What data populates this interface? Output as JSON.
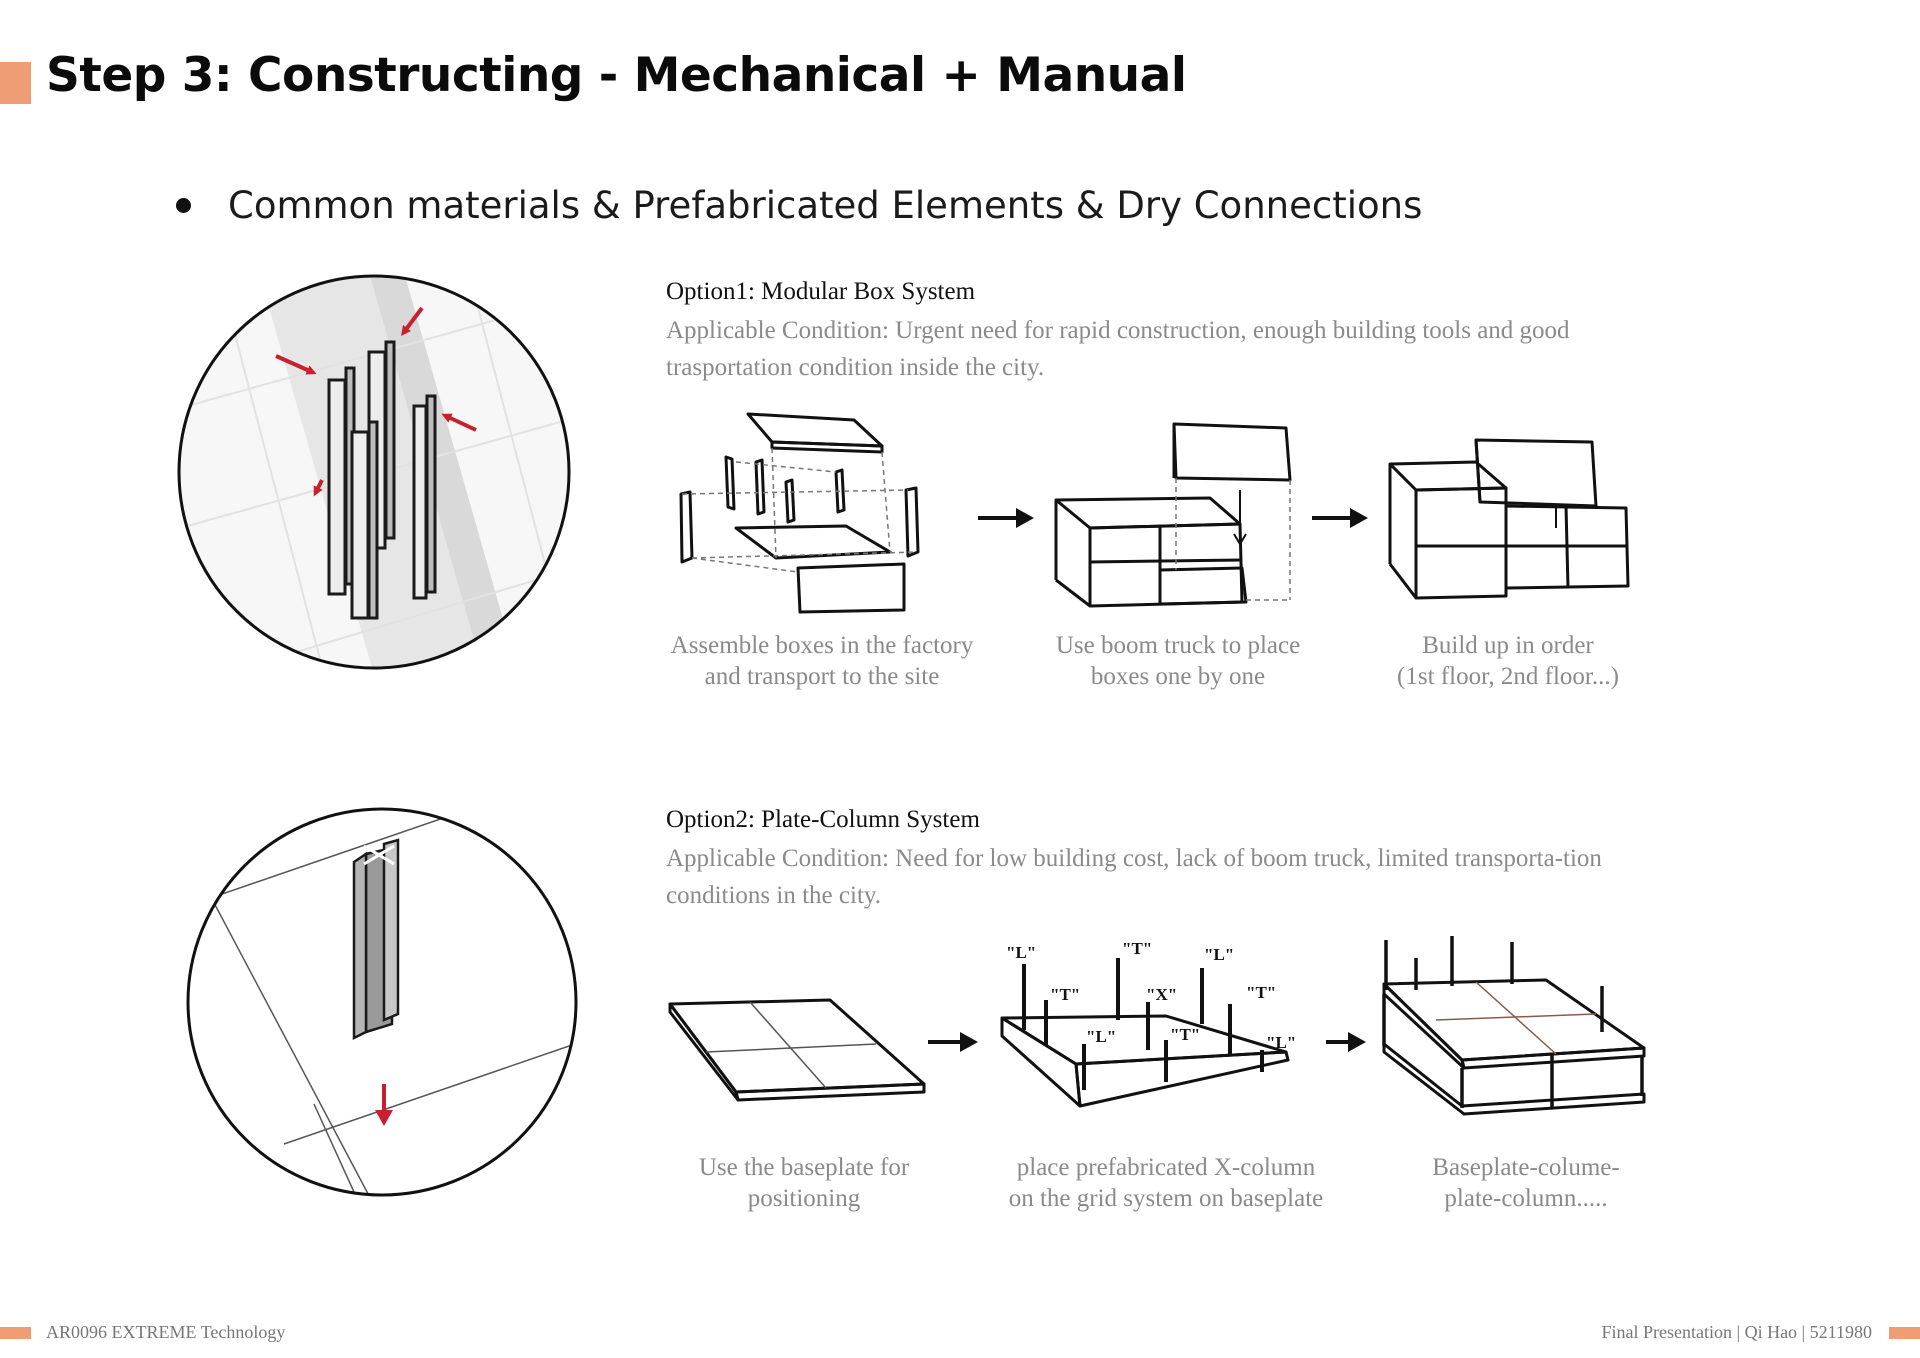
{
  "colors": {
    "accent": "#ef9d74",
    "arrow_red": "#c8202e",
    "caption_gray": "#8a8a8a"
  },
  "slide": {
    "title": "Step 3: Constructing - Mechanical + Manual",
    "bullet": "Common materials & Prefabricated Elements & Dry Connections"
  },
  "option1": {
    "title": "Option1:  Modular Box System",
    "condition": "Applicable Condition:   Urgent need for rapid construction, enough building tools and good trasportation condition inside the city.",
    "steps": [
      {
        "line1": "Assemble boxes in the factory",
        "line2": "and transport to the site"
      },
      {
        "line1": "Use boom truck to place",
        "line2": "boxes one by one"
      },
      {
        "line1": "Build up in order",
        "line2": "(1st floor, 2nd floor...)"
      }
    ]
  },
  "option2": {
    "title": "Option2:  Plate-Column System",
    "condition": "Applicable Condition:   Need for low building cost, lack of boom truck, limited transporta-tion conditions in the city.",
    "steps": [
      {
        "line1": "Use the baseplate for",
        "line2": "positioning"
      },
      {
        "line1": "place prefabricated X-column",
        "line2": "on the grid system on baseplate"
      },
      {
        "line1": "Baseplate-colume-",
        "line2": "plate-column....."
      }
    ],
    "column_labels": [
      "\"L\"",
      "\"T\"",
      "\"L\"",
      "\"T\"",
      "\"X\"",
      "\"T\"",
      "\"L\"",
      "\"T\"",
      "\"L\""
    ]
  },
  "footer": {
    "left": "AR0096 EXTREME Technology",
    "right": "Final Presentation | Qi  Hao | 5211980"
  }
}
